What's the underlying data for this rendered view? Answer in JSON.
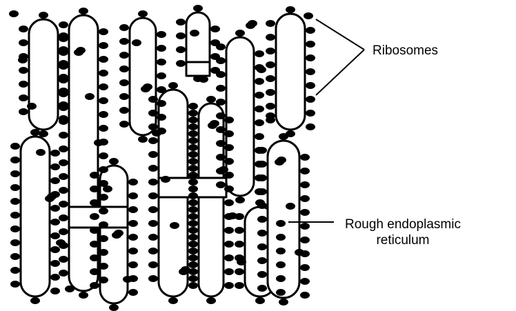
{
  "labels": {
    "ribosomes": "Ribosomes",
    "rough_er_line1": "Rough endoplasmic",
    "rough_er_line2": "reticulum"
  }
}
